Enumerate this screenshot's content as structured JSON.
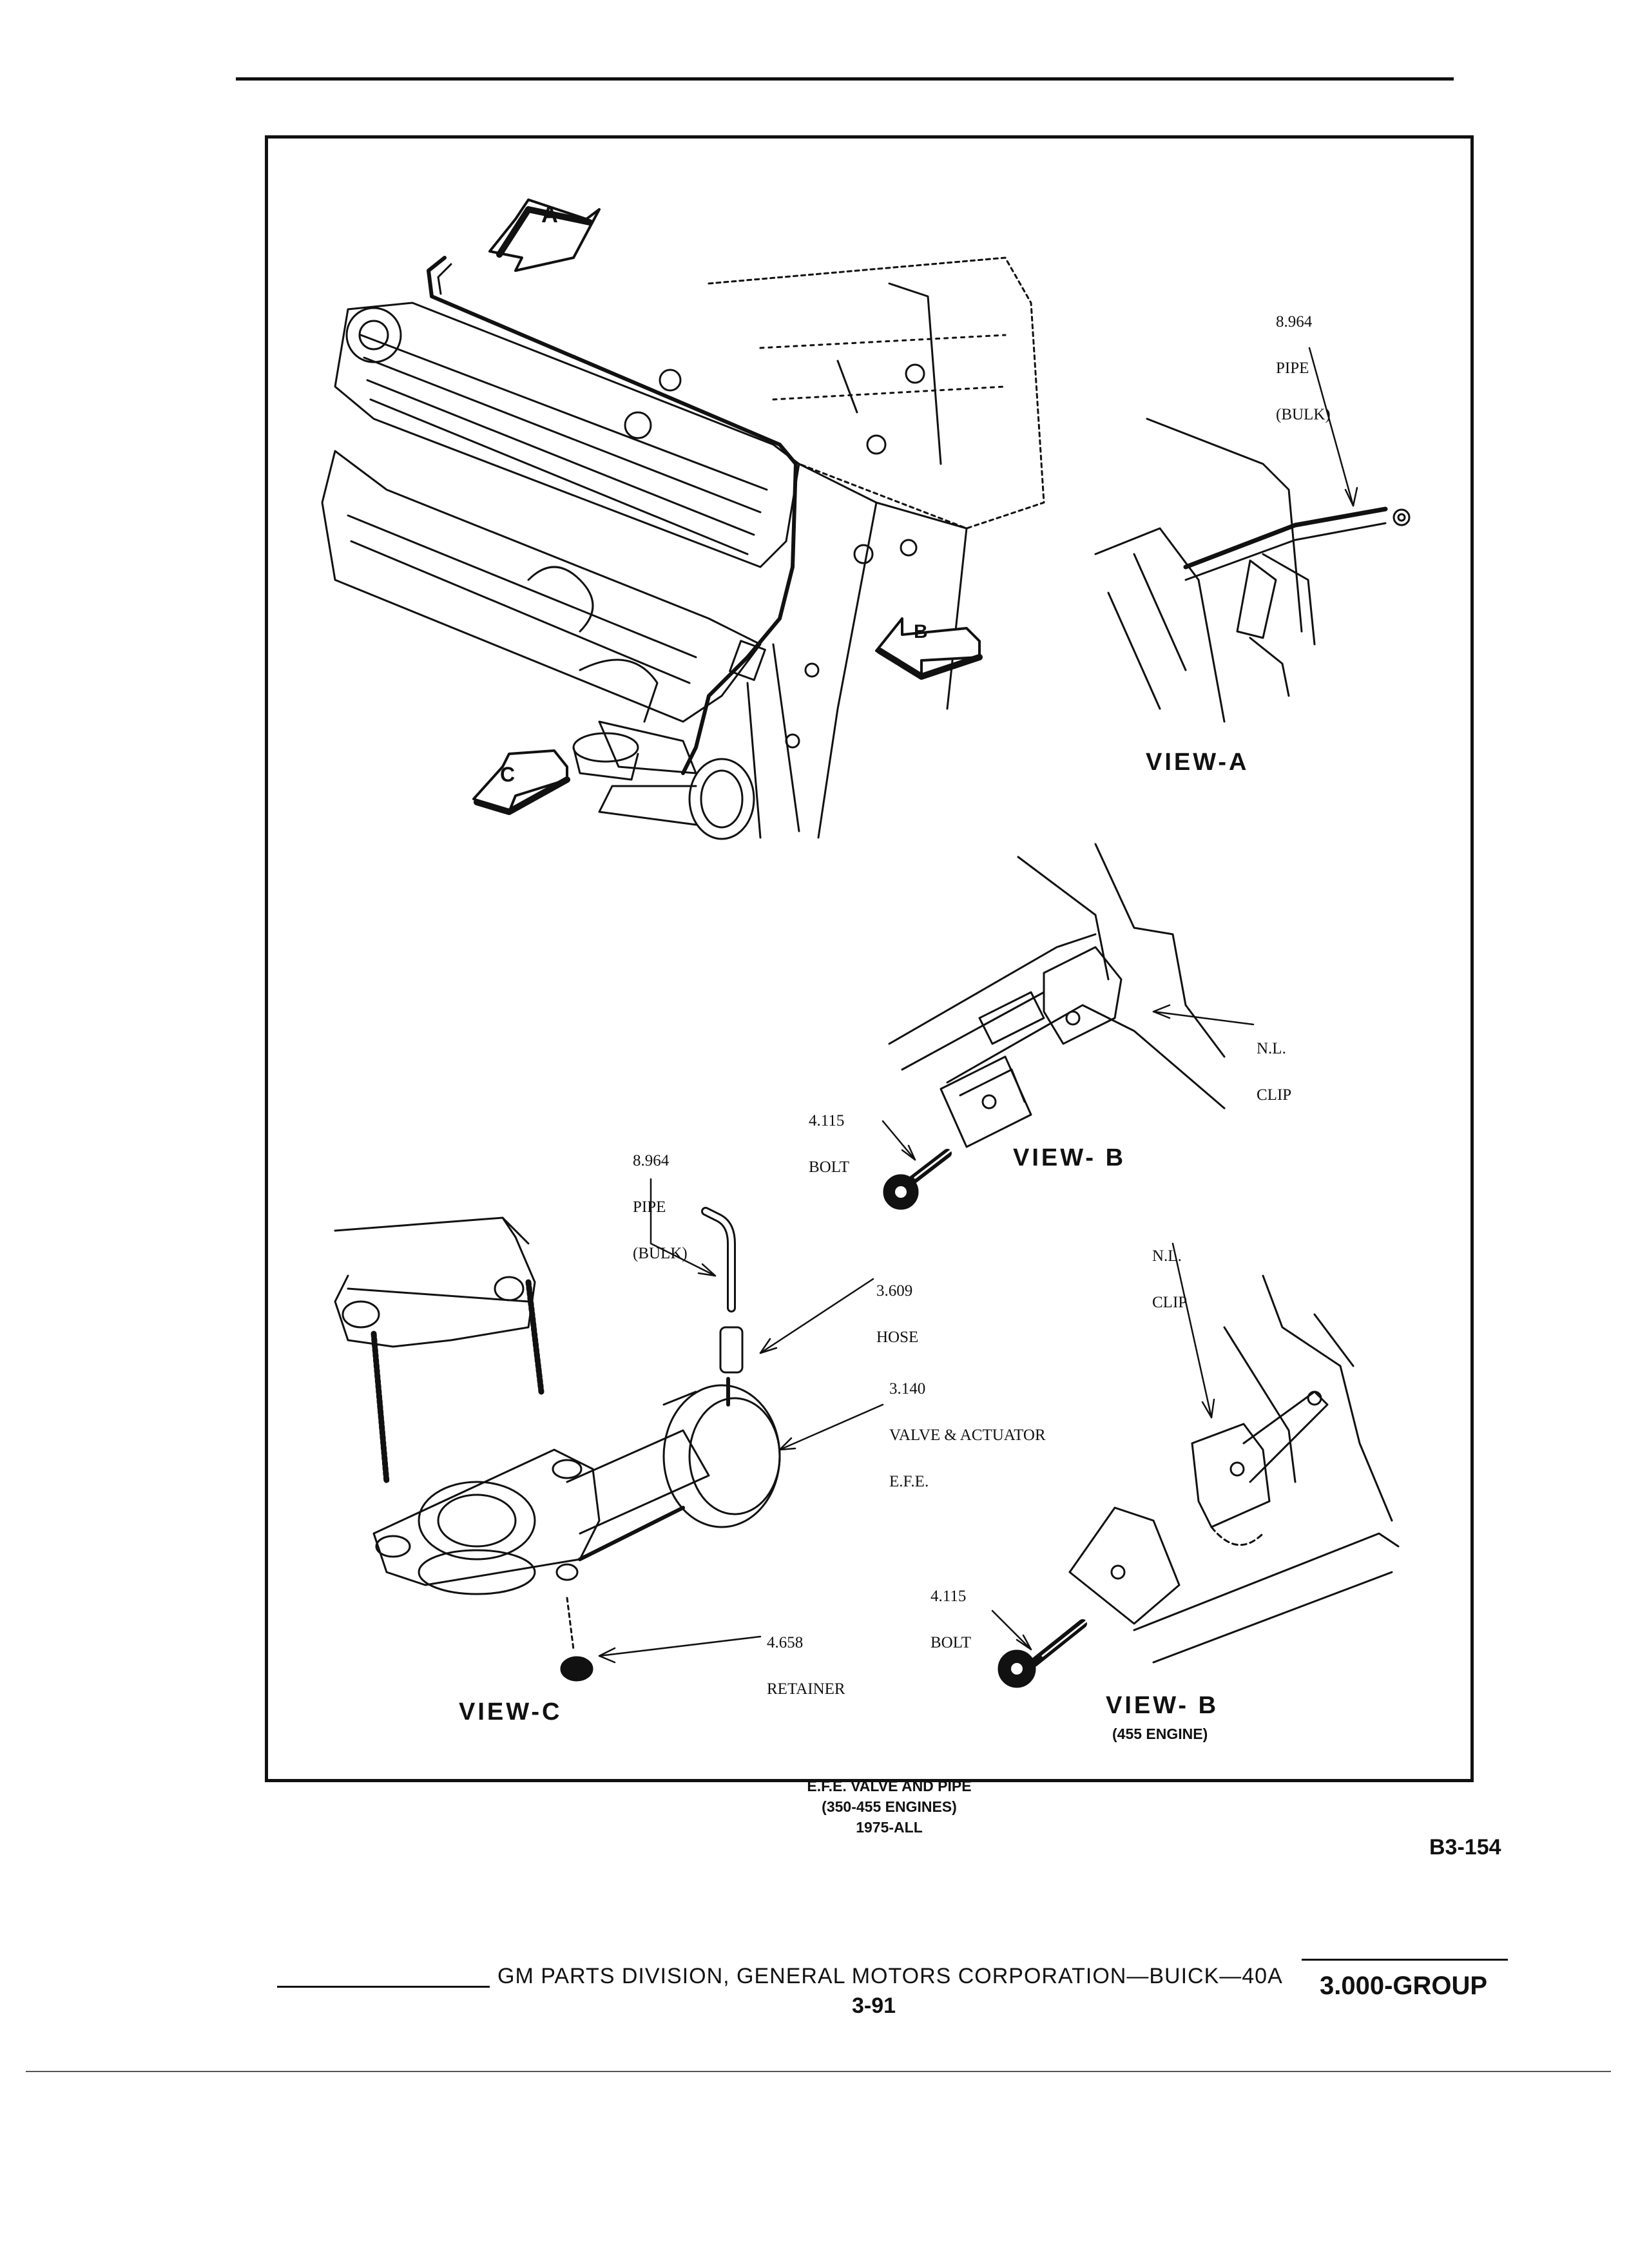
{
  "figure": {
    "callouts": {
      "view_a_pipe": [
        "8.964",
        "PIPE",
        "(BULK)"
      ],
      "view_b_clip": [
        "N.L.",
        "CLIP"
      ],
      "view_b_bolt": [
        "4.115",
        "BOLT"
      ],
      "view_c_pipe": [
        "8.964",
        "PIPE",
        "(BULK)"
      ],
      "view_c_hose": [
        "3.609",
        "HOSE"
      ],
      "view_c_valve": [
        "3.140",
        "VALVE & ACTUATOR",
        "E.F.E."
      ],
      "view_c_retainer": [
        "4.658",
        "RETAINER"
      ],
      "view_b455_clip": [
        "N.L.",
        "CLIP"
      ],
      "view_b455_bolt": [
        "4.115",
        "BOLT"
      ]
    },
    "view_labels": {
      "view_a": "VIEW-A",
      "view_b": "VIEW- B",
      "view_c": "VIEW-C",
      "view_b455": "VIEW- B",
      "view_b455_sub": "(455 ENGINE)"
    },
    "arrow_letters": {
      "a": "A",
      "b": "B",
      "c": "C"
    }
  },
  "caption": {
    "line1": "E.F.E. VALVE AND PIPE",
    "line2": "(350-455 ENGINES)",
    "line3": "1975-ALL"
  },
  "figure_number": "B3-154",
  "footer": {
    "publisher": "GM PARTS DIVISION,  GENERAL MOTORS CORPORATION—BUICK—40A",
    "page": "3-91",
    "group": "3.000-GROUP"
  }
}
